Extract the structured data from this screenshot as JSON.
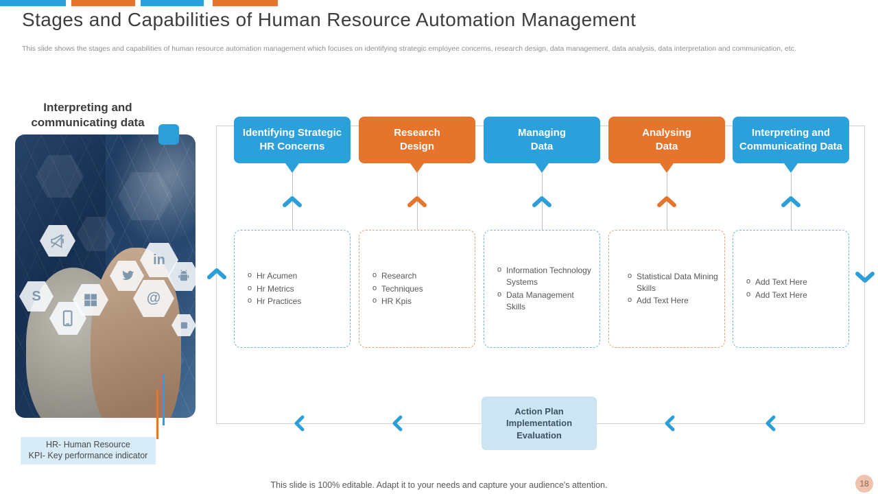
{
  "header": {
    "title": "Stages and Capabilities of Human Resource Automation Management",
    "subtitle": "This slide shows the stages and capabilities of human resource automation management which focuses on identifying strategic employee concerns, research design, data management, data analysis, data interpretation and communication, etc."
  },
  "top_bar": {
    "segment_colors": [
      "#2CA0DA",
      "#E5742D",
      "#2CA0DA",
      "#E5742D"
    ]
  },
  "left_panel": {
    "heading": "Interpreting and\ncommunicating data",
    "image_icons": [
      "megaphone-icon",
      "linkedin-icon",
      "twitter-icon",
      "android-icon",
      "skype-icon",
      "windows-icon",
      "tablet-icon",
      "podcast-icon"
    ],
    "note": "HR- Human Resource\nKPI- Key performance  indicator"
  },
  "stages": [
    {
      "label": "Identifying  Strategic\nHR Concerns",
      "color": "#2CA0DA",
      "items": [
        "Hr Acumen",
        "Hr Metrics",
        "Hr Practices"
      ]
    },
    {
      "label": "Research\nDesign",
      "color": "#E5742D",
      "items": [
        "Research",
        "Techniques",
        "HR Kpis"
      ]
    },
    {
      "label": "Managing\nData",
      "color": "#2CA0DA",
      "items": [
        "Information Technology  Systems",
        "Data Management  Skills"
      ]
    },
    {
      "label": "Analysing\nData",
      "color": "#E5742D",
      "items": [
        "Statistical Data Mining  Skills",
        "Add Text  Here"
      ]
    },
    {
      "label": "Interpreting and\nCommunicating Data",
      "color": "#2CA0DA",
      "items": [
        "Add Text  Here",
        "Add Text  Here"
      ]
    }
  ],
  "action_plan": {
    "label": "Action Plan\nImplementation\nEvaluation"
  },
  "footer": {
    "note": "This  slide  is  100%  editable.  Adapt  it  to your  needs  and capture  your  audience's  attention.",
    "page_number": "18"
  }
}
